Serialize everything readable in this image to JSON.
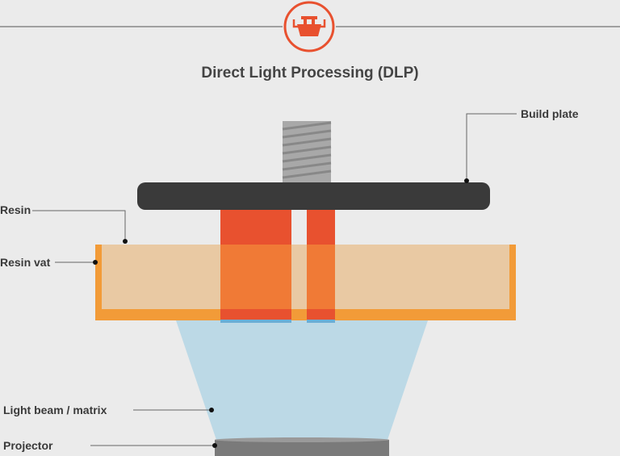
{
  "title": "Direct Light Processing (DLP)",
  "header_icon": "dlp-printer-icon",
  "labels": {
    "build_plate": "Build plate",
    "resin": "Resin",
    "resin_vat": "Resin vat",
    "light_beam": "Light beam / matrix",
    "projector": "Projector"
  },
  "colors": {
    "accent": "#e8512f",
    "vat": "#f29b38",
    "resin": "#e9c9a3",
    "plate": "#3a3a3a",
    "beam": "#bcd9e6",
    "projector": "#7a7a7a"
  }
}
